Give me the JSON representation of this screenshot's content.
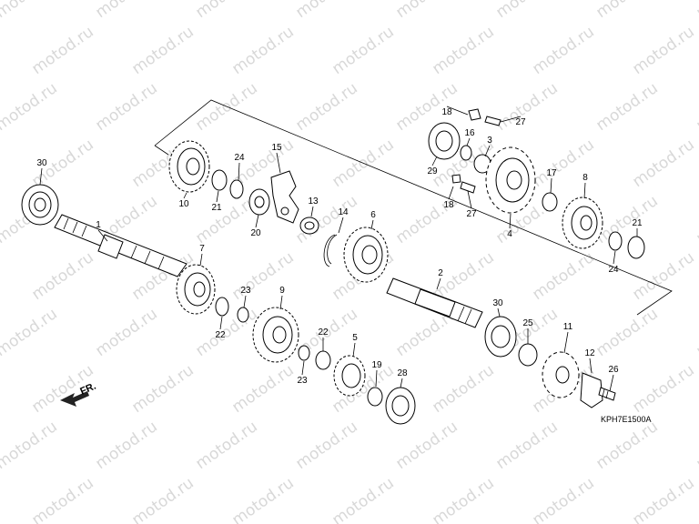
{
  "watermark": "motod.ru",
  "diagram_code": "KPH7E1500A",
  "front_label": "FR.",
  "callouts": [
    "1",
    "2",
    "3",
    "4",
    "5",
    "6",
    "7",
    "8",
    "9",
    "10",
    "11",
    "12",
    "13",
    "14",
    "15",
    "16",
    "17",
    "18",
    "18",
    "19",
    "20",
    "21",
    "21",
    "21",
    "22",
    "22",
    "23",
    "23",
    "24",
    "24",
    "25",
    "26",
    "27",
    "27",
    "28",
    "29",
    "30",
    "30"
  ]
}
